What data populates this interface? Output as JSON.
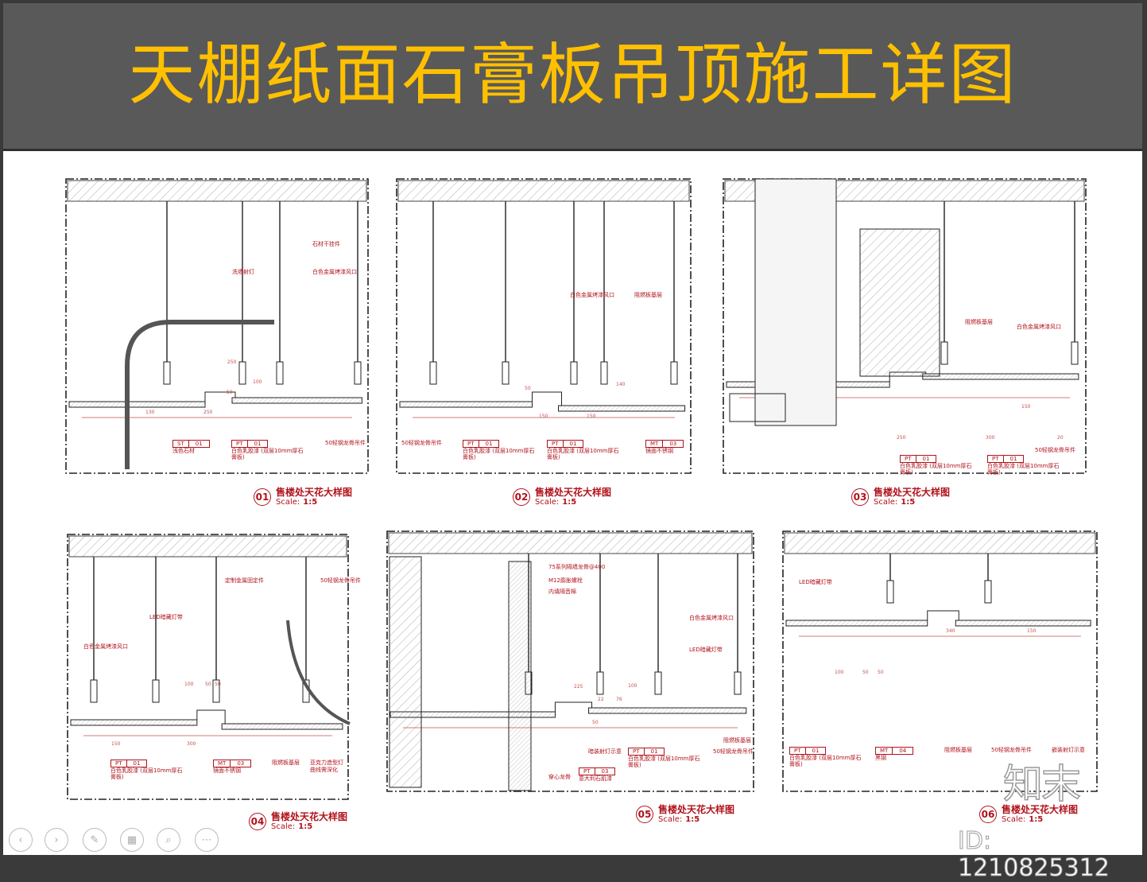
{
  "title": "天棚纸面石膏板吊顶施工详图",
  "colors": {
    "header_bg": "#595959",
    "title": "#ffc000",
    "annotation": "#b0121b"
  },
  "panels": [
    {
      "number": "01",
      "title": "售楼处天花大样图",
      "scale_label": "Scale:",
      "scale": "1:5",
      "callouts": [
        "石材干挂件",
        "洗墙射灯",
        "白色金属烤漆风口",
        "50轻钢龙骨吊件"
      ],
      "tags": [
        {
          "code": "ST",
          "num": "01",
          "desc": "浅色石材"
        },
        {
          "code": "PT",
          "num": "01",
          "desc": "白色乳胶漆 (双层10mm厚石膏板)"
        }
      ],
      "dims": [
        "130",
        "250",
        "100",
        "250",
        "50"
      ]
    },
    {
      "number": "02",
      "title": "售楼处天花大样图",
      "scale_label": "Scale:",
      "scale": "1:5",
      "callouts": [
        "白色金属烤漆风口",
        "阻燃板基层",
        "50轻钢龙骨吊件"
      ],
      "tags": [
        {
          "code": "PT",
          "num": "01",
          "desc": "白色乳胶漆 (双层10mm厚石膏板)"
        },
        {
          "code": "PT",
          "num": "01",
          "desc": "白色乳胶漆 (双层10mm厚石膏板)"
        },
        {
          "code": "MT",
          "num": "03",
          "desc": "镜面不锈钢"
        }
      ],
      "dims": [
        "150",
        "150",
        "50",
        "140"
      ]
    },
    {
      "number": "03",
      "title": "售楼处天花大样图",
      "scale_label": "Scale:",
      "scale": "1:5",
      "callouts": [
        "阻燃板基层",
        "白色金属烤漆风口",
        "50轻钢龙骨吊件"
      ],
      "tags": [
        {
          "code": "PT",
          "num": "01",
          "desc": "白色乳胶漆 (双层10mm厚石膏板)"
        },
        {
          "code": "PT",
          "num": "01",
          "desc": "白色乳胶漆 (双层10mm厚石膏板)"
        }
      ],
      "dims": [
        "250",
        "300",
        "150",
        "20"
      ]
    },
    {
      "number": "04",
      "title": "售楼处天花大样图",
      "scale_label": "Scale:",
      "scale": "1:5",
      "callouts": [
        "定制金属固定件",
        "50轻钢龙骨吊件",
        "LED暗藏灯带",
        "白色金属烤漆风口",
        "阻燃板基层",
        "亚克力造型灯",
        "曲线需深化"
      ],
      "tags": [
        {
          "code": "PT",
          "num": "01",
          "desc": "白色乳胶漆 (双层10mm厚石膏板)"
        },
        {
          "code": "MT",
          "num": "03",
          "desc": "镜面不锈钢"
        }
      ],
      "dims": [
        "150",
        "300",
        "100",
        "50",
        "50"
      ]
    },
    {
      "number": "05",
      "title": "售楼处天花大样图",
      "scale_label": "Scale:",
      "scale": "1:5",
      "callouts": [
        "75系列隔墙龙骨@400",
        "M12膨胀螺栓",
        "内填隔音棉",
        "白色金属烤漆风口",
        "LED暗藏灯带",
        "阻燃板基层",
        "暗装射灯示意",
        "50轻钢龙骨吊件",
        "穿心龙骨"
      ],
      "tags": [
        {
          "code": "PT",
          "num": "01",
          "desc": "白色乳胶漆 (双层10mm厚石膏板)"
        },
        {
          "code": "PT",
          "num": "03",
          "desc": "意大利石肌漆"
        }
      ],
      "dims": [
        "225",
        "100",
        "22",
        "76",
        "50"
      ]
    },
    {
      "number": "06",
      "title": "售楼处天花大样图",
      "scale_label": "Scale:",
      "scale": "1:5",
      "callouts": [
        "LED暗藏灯带",
        "阻燃板基层",
        "50轻钢龙骨吊件",
        "嵌装射灯示意"
      ],
      "tags": [
        {
          "code": "PT",
          "num": "01",
          "desc": "白色乳胶漆 (双层10mm厚石膏板)"
        },
        {
          "code": "MT",
          "num": "04",
          "desc": "黑钢"
        }
      ],
      "dims": [
        "340",
        "150",
        "100",
        "50",
        "50"
      ]
    }
  ],
  "watermark": {
    "logo": "知末",
    "id": "ID: 1210825312"
  },
  "toolbar": [
    {
      "icon": "previous-icon",
      "glyph": "‹"
    },
    {
      "icon": "next-icon",
      "glyph": "›"
    },
    {
      "icon": "pen-icon",
      "glyph": "✎"
    },
    {
      "icon": "slides-icon",
      "glyph": "▦"
    },
    {
      "icon": "zoom-icon",
      "glyph": "⌕"
    },
    {
      "icon": "more-icon",
      "glyph": "⋯"
    }
  ]
}
